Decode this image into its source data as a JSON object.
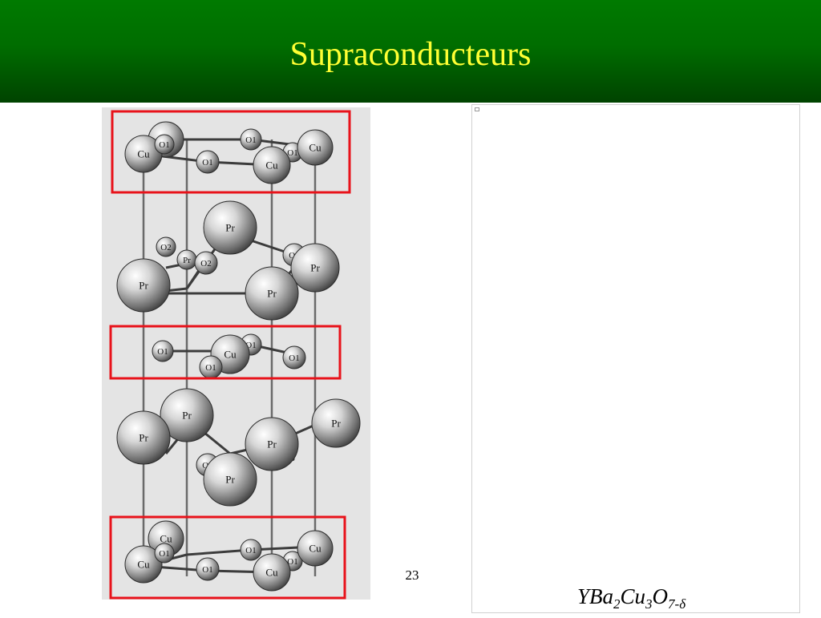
{
  "slide": {
    "title": "Supraconducteurs",
    "page_number": "23"
  },
  "formula": {
    "parts": [
      "YBa",
      "2",
      "Cu",
      "3",
      "O",
      "7-δ"
    ]
  },
  "atom_labels": {
    "cu": "Cu",
    "o1": "O1",
    "o2": "O2",
    "pr": "Pr"
  },
  "colors": {
    "header_green": "#006d00",
    "title_yellow": "#ffff33",
    "highlight_box": "#e8121a"
  }
}
